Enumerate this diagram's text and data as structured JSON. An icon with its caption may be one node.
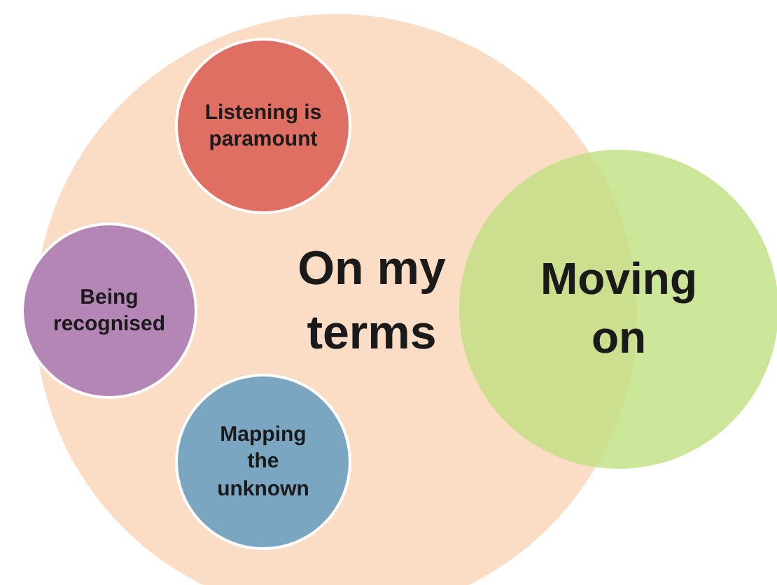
{
  "diagram": {
    "nodes": [
      {
        "text": [
          "On my terms"
        ]
      },
      {
        "text": [
          "Listening is paramount"
        ],
        "in": 0
      },
      {
        "text": [
          "Being recognised"
        ],
        "in": 0
      },
      {
        "text": [
          "Mapping the unknown"
        ],
        "in": 0
      },
      {
        "text": [
          "Moving on"
        ]
      }
    ]
  }
}
